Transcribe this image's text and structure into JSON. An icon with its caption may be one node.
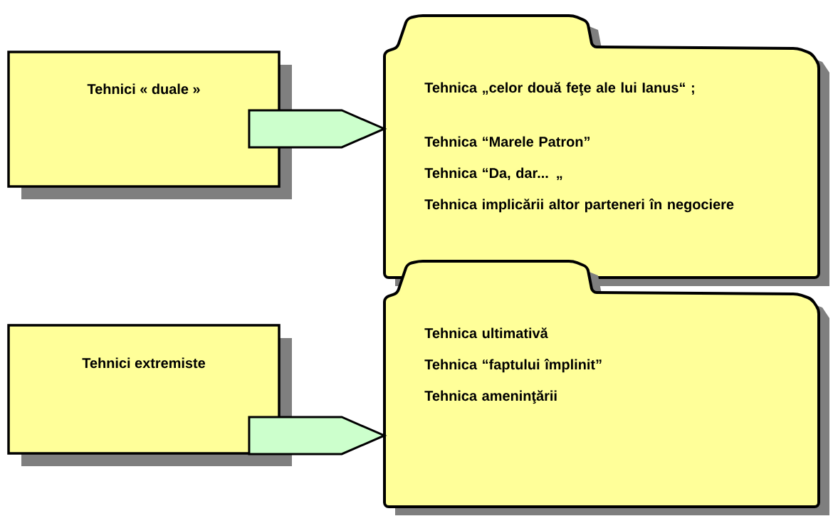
{
  "diagram": {
    "nodes": [
      {
        "text": [
          "Tehnici « duale »"
        ]
      },
      {
        "text": [
          "Tehnica „celor două feţe ale lui Ianus“ ;",
          "Tehnica “Marele Patron”",
          "Tehnica “Da, dar... „",
          "Tehnica implicării altor parteneri în negociere"
        ]
      },
      {
        "text": [
          "Tehnici extremiste"
        ]
      },
      {
        "text": [
          "Tehnica ultimativă",
          "Tehnica “faptului împlinit”",
          "Tehnica ameninţării"
        ]
      }
    ],
    "edges": [
      {
        "from": 0,
        "to": 1,
        "arrow": "to"
      },
      {
        "from": 2,
        "to": 3,
        "arrow": "to"
      }
    ]
  }
}
